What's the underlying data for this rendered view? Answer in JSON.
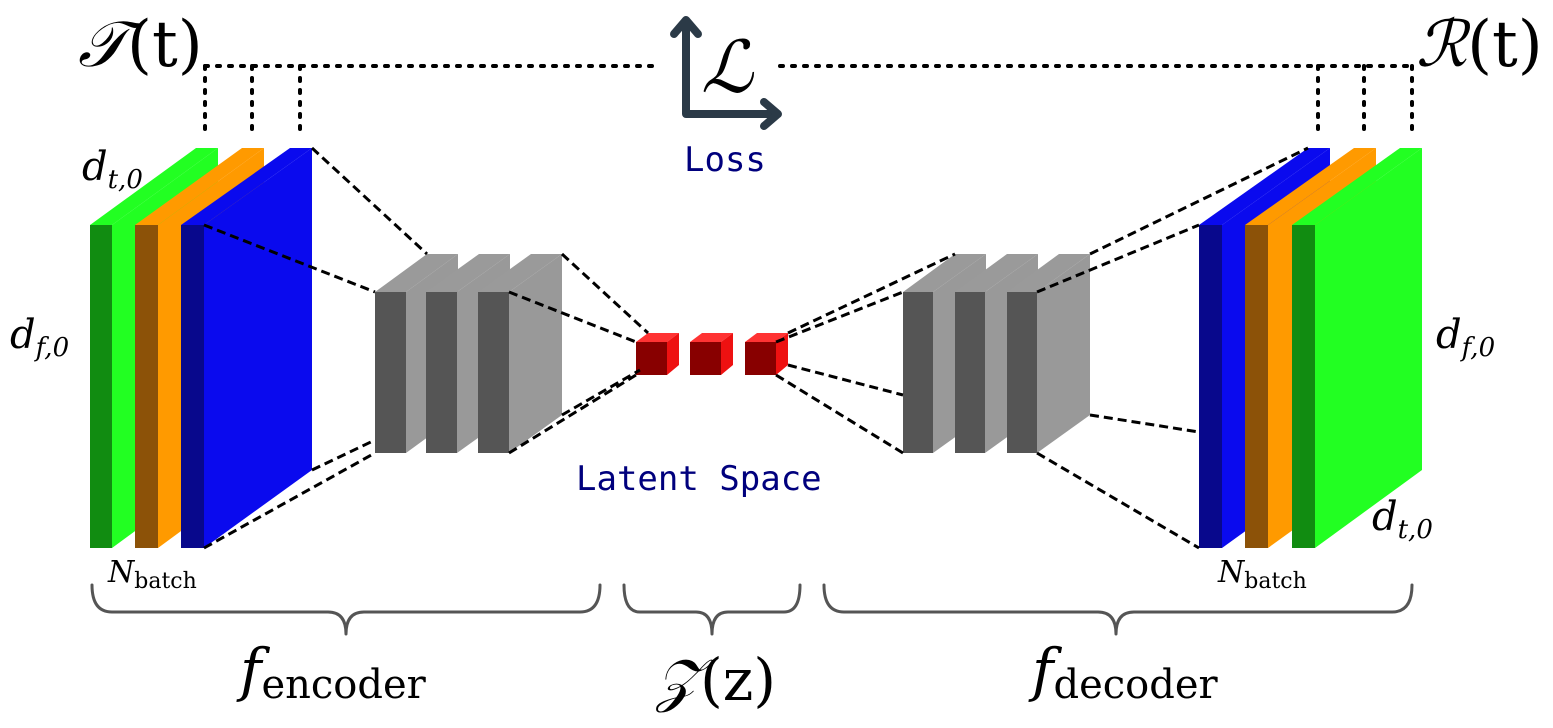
{
  "labels": {
    "target_T": "𝒯",
    "target_T_arg": "(t)",
    "recon_R": "ℛ",
    "recon_R_arg": "(t)",
    "loss_symbol": "ℒ",
    "loss_text": "Loss",
    "latent_text": "Latent Space",
    "dim_t_left": "d",
    "dim_t_left_sub": "t,0",
    "dim_f_left": "d",
    "dim_f_left_sub": "f,0",
    "dim_f_right": "d",
    "dim_f_right_sub": "f,0",
    "dim_t_right": "d",
    "dim_t_right_sub": "t,0",
    "nbatch_left": "N",
    "nbatch_left_sub": "batch",
    "nbatch_right": "N",
    "nbatch_right_sub": "batch",
    "encoder": "f",
    "encoder_sub": "encoder",
    "latent_Z": "𝒵",
    "latent_Z_arg": "(z)",
    "decoder": "f",
    "decoder_sub": "decoder"
  },
  "colors": {
    "green": "#22ff22",
    "green_dark": "#118c11",
    "orange": "#ff9a00",
    "orange_dark": "#8c5208",
    "blue": "#0a0aee",
    "blue_dark": "#08088c",
    "gray_face": "#999999",
    "gray_side": "#555555",
    "red_face": "#ee1111",
    "red_side": "#880000",
    "text_blue": "#00007d",
    "axis": "#2b3a47"
  }
}
